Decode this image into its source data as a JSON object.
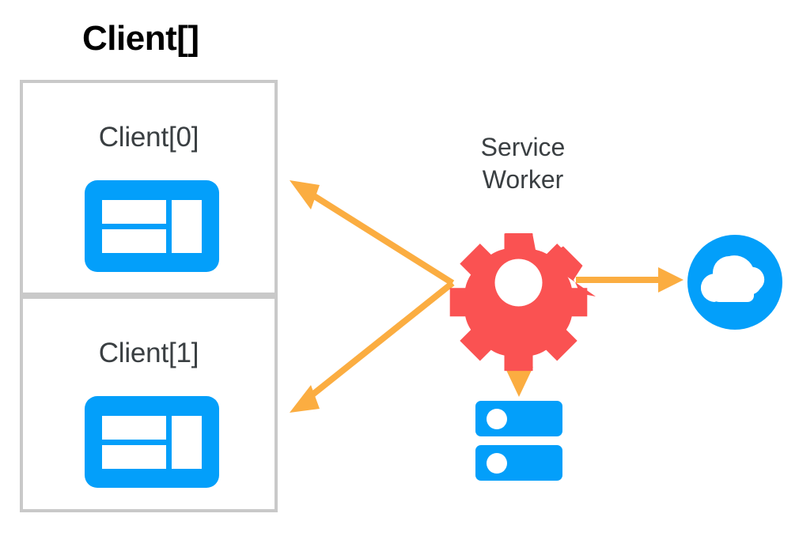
{
  "diagram": {
    "title": "Client[]",
    "background_color": "#ffffff"
  },
  "palette": {
    "blue": "#039ffa",
    "red": "#fa5252",
    "orange": "#fbad41",
    "gray_border": "#c9c9c9",
    "text_dark": "#3a3f42",
    "text_black": "#000000",
    "white": "#ffffff"
  },
  "clients": [
    {
      "label": "Client[0]",
      "icon": "browser-window-icon"
    },
    {
      "label": "Client[1]",
      "icon": "browser-window-icon"
    }
  ],
  "service_worker": {
    "label_line_1": "Service",
    "label_line_2": "Worker",
    "icon": "gear-icon",
    "icon_color": "#fa5252"
  },
  "nodes": [
    {
      "id": "cloud",
      "icon": "cloud-icon",
      "color": "#039ffa",
      "label": ""
    },
    {
      "id": "cache-storage",
      "icon": "server-storage-icon",
      "color": "#039ffa",
      "label": ""
    }
  ],
  "arrows": [
    {
      "id": "sw-to-client-0",
      "from": "service-worker",
      "to": "client-0",
      "color": "#fbad41",
      "direction": "up-left"
    },
    {
      "id": "sw-to-client-1",
      "from": "service-worker",
      "to": "client-1",
      "color": "#fbad41",
      "direction": "down-left"
    },
    {
      "id": "sw-to-cloud",
      "from": "service-worker",
      "to": "cloud",
      "color": "#fbad41",
      "direction": "right"
    },
    {
      "id": "sw-to-storage",
      "from": "service-worker",
      "to": "cache-storage",
      "color": "#fbad41",
      "direction": "down"
    }
  ]
}
